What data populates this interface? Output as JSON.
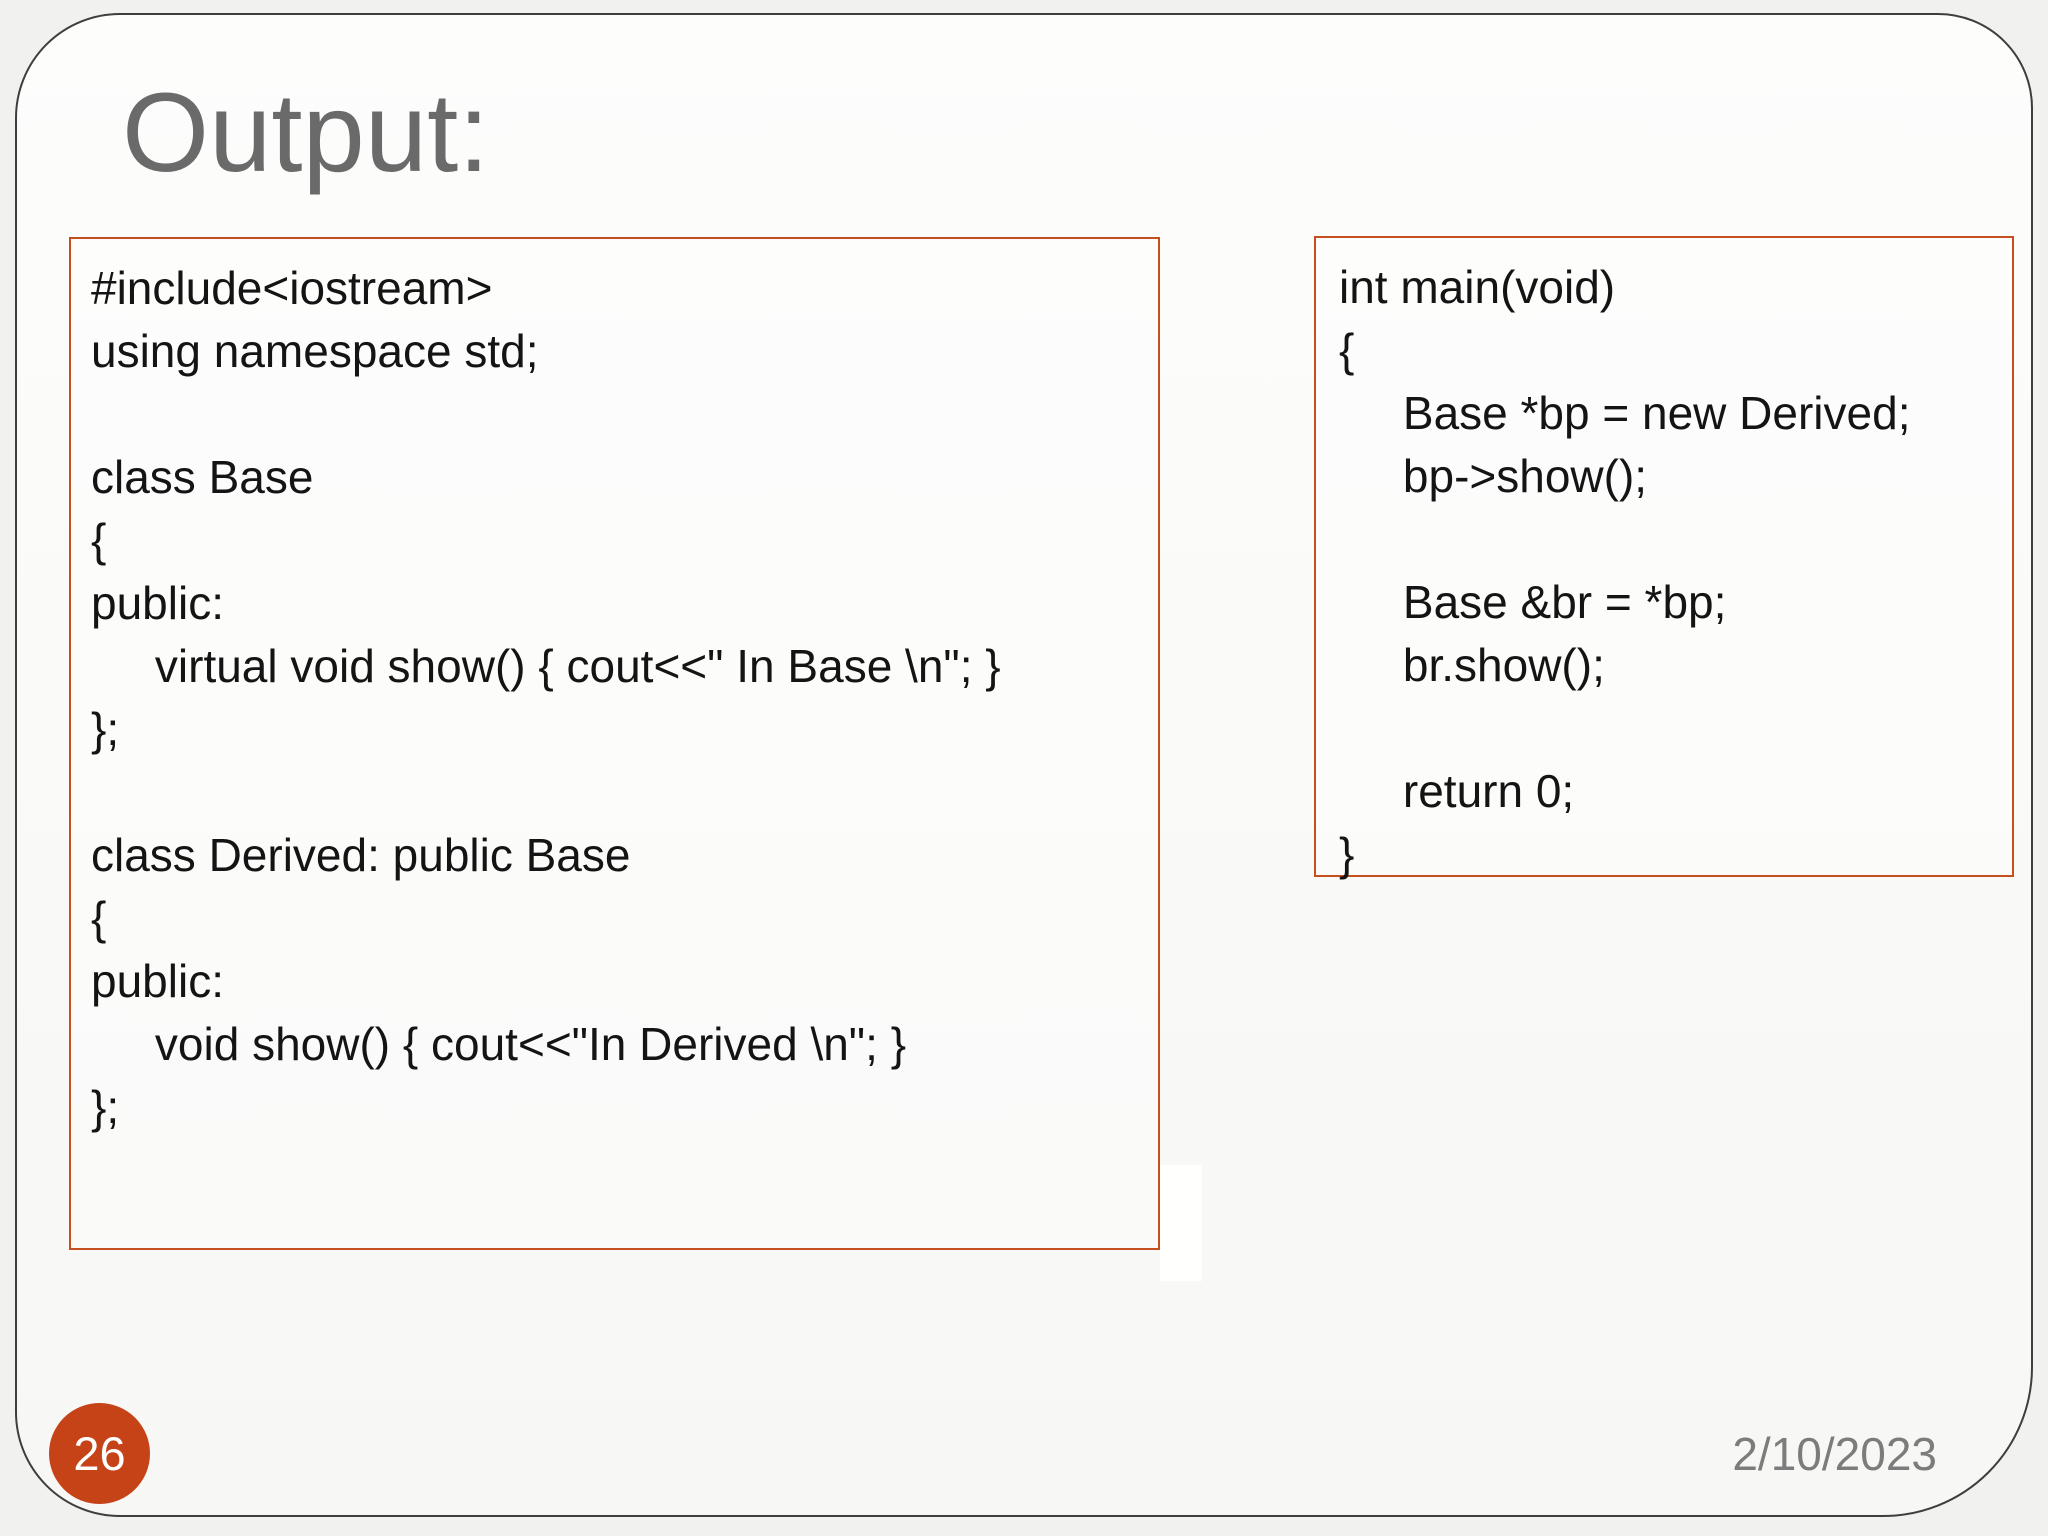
{
  "slide": {
    "title": "Output:",
    "page_number": "26",
    "date": "2/10/2023",
    "colors": {
      "accent_border": "#c4501f",
      "page_badge": "#c64317",
      "title_text": "#6a6a6a",
      "footer_text": "#7c7c7c",
      "code_text": "#141414",
      "slide_border": "#3e3e3e",
      "slide_background": "#fbfbfa"
    }
  },
  "code_left": {
    "lines": [
      "#include<iostream>",
      "using namespace std;",
      "",
      "class Base",
      "{",
      "public:",
      "     virtual void show() { cout<<\" In Base \\n\"; }",
      "};",
      "",
      "class Derived: public Base",
      "{",
      "public:",
      "     void show() { cout<<\"In Derived \\n\"; }",
      "};"
    ]
  },
  "code_right": {
    "lines": [
      "int main(void)",
      "{",
      "     Base *bp = new Derived;",
      "     bp->show();",
      "",
      "     Base &br = *bp;",
      "     br.show();",
      "",
      "     return 0;",
      "}"
    ]
  }
}
